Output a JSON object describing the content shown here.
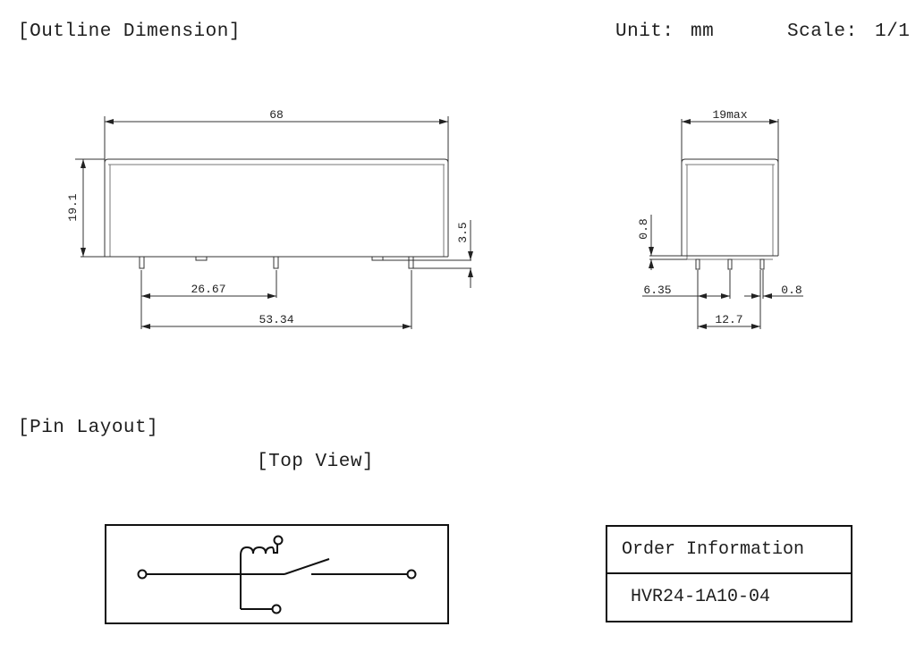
{
  "header": {
    "section_title": "[Outline Dimension]",
    "unit_label": "Unit:",
    "unit_value": "mm",
    "scale_label": "Scale:",
    "scale_value": "1/1"
  },
  "front_view": {
    "length": "68",
    "height": "19.1",
    "pin_length": "3.5",
    "pin_pitch_1": "26.67",
    "pin_pitch_2": "53.34"
  },
  "side_view": {
    "width": "19max",
    "standoff": "0.8",
    "pin_pitch_1": "6.35",
    "pin_pitch_2": "12.7",
    "pin_width": "0.8"
  },
  "pin_layout": {
    "section_title": "[Pin Layout]",
    "view_label": "[Top View]",
    "schematic": "relay-spst-no-with-coil"
  },
  "order_information": {
    "header": "Order Information",
    "part_number": "HVR24-1A10-04"
  },
  "colors": {
    "line": "#222222",
    "background": "#ffffff"
  }
}
